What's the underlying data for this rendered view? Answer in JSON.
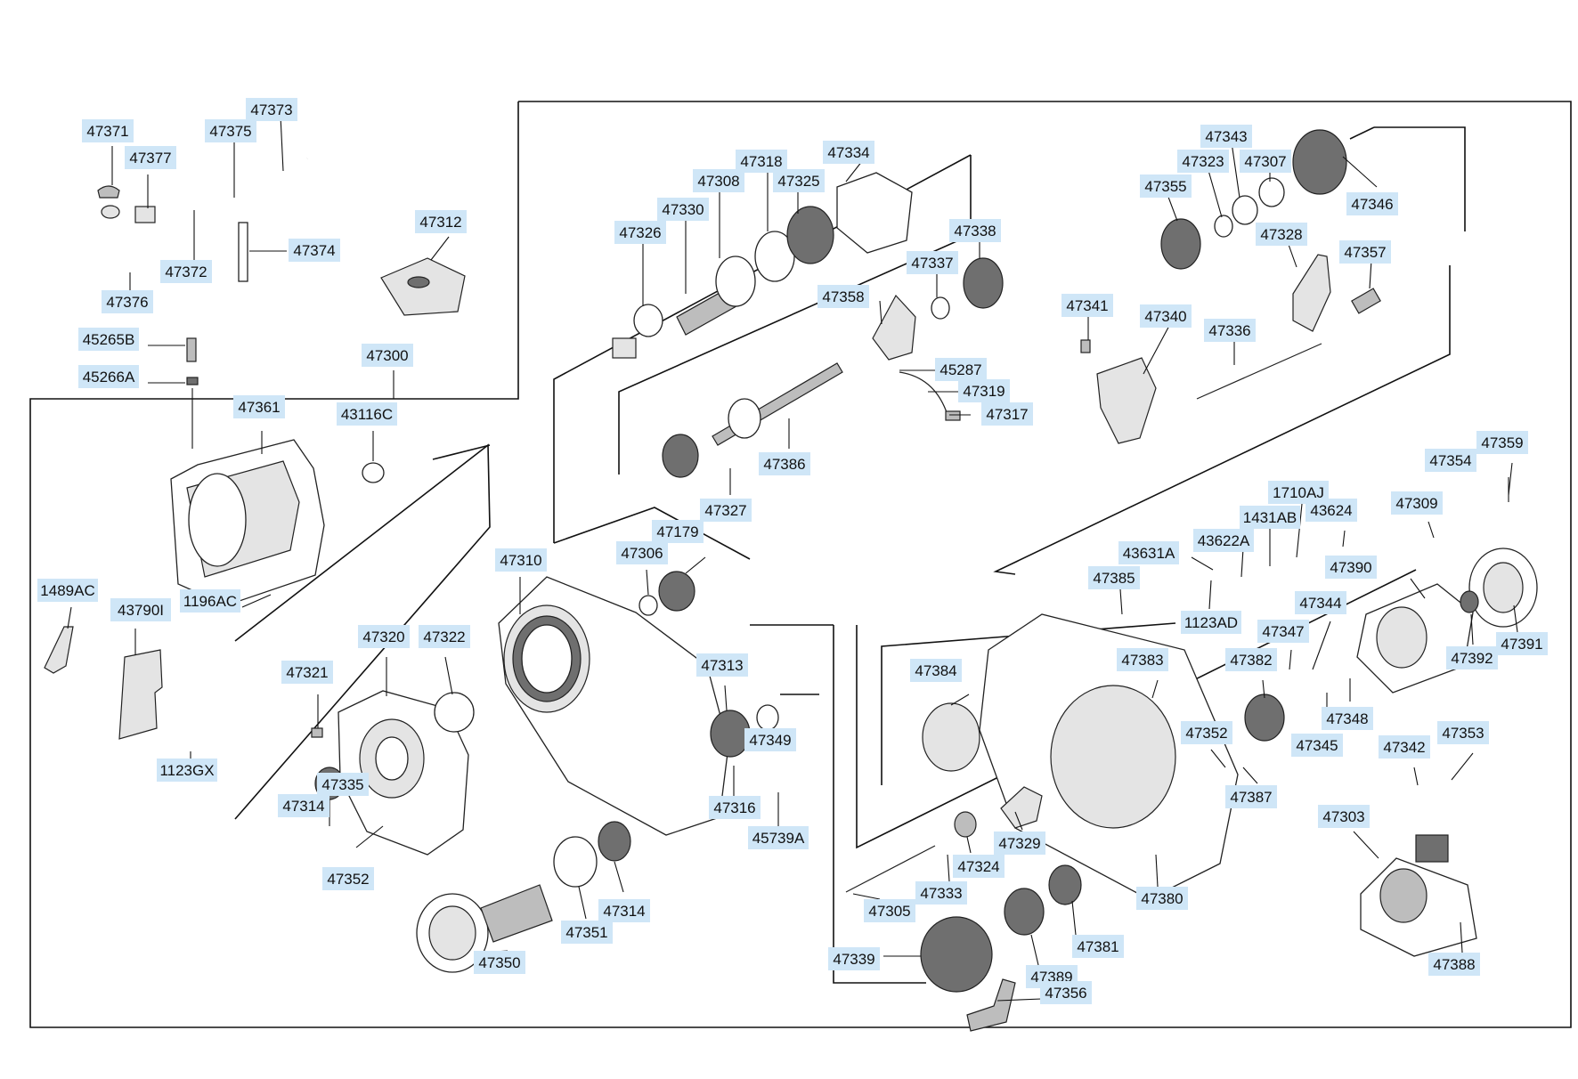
{
  "diagram": {
    "labels": {
      "p47371": "47371",
      "p47373": "47373",
      "p47375": "47375",
      "p47377": "47377",
      "p47374": "47374",
      "p47372": "47372",
      "p47376": "47376",
      "p47312": "47312",
      "p45265B": "45265B",
      "p45266A": "45266A",
      "p47300": "47300",
      "p47361": "47361",
      "p43116C": "43116C",
      "p1489AC": "1489AC",
      "p43790I": "43790I",
      "p1196AC": "1196AC",
      "p1123GX": "1123GX",
      "p47321": "47321",
      "p47320": "47320",
      "p47322": "47322",
      "p47335": "47335",
      "p47314a": "47314",
      "p47352a": "47352",
      "p47310": "47310",
      "p47306": "47306",
      "p47179": "47179",
      "p47313": "47313",
      "p47349": "47349",
      "p47316": "47316",
      "p45739A": "45739A",
      "p47314b": "47314",
      "p47351": "47351",
      "p47350": "47350",
      "p47318": "47318",
      "p47334": "47334",
      "p47308": "47308",
      "p47325": "47325",
      "p47330": "47330",
      "p47326": "47326",
      "p47338": "47338",
      "p47337": "47337",
      "p47358": "47358",
      "p45287": "45287",
      "p47319": "47319",
      "p47317": "47317",
      "p47386": "47386",
      "p47327": "47327",
      "p47343": "47343",
      "p47323": "47323",
      "p47307": "47307",
      "p47355": "47355",
      "p47346": "47346",
      "p47328": "47328",
      "p47357": "47357",
      "p47341": "47341",
      "p47340": "47340",
      "p47336": "47336",
      "p1710AJ": "1710AJ",
      "p1431AB": "1431AB",
      "p43624": "43624",
      "p43622A": "43622A",
      "p43631A": "43631A",
      "p47385": "47385",
      "p1123AD": "1123AD",
      "p47354": "47354",
      "p47359": "47359",
      "p47309": "47309",
      "p47390": "47390",
      "p47344": "47344",
      "p47347": "47347",
      "p47382": "47382",
      "p47383": "47383",
      "p47384": "47384",
      "p47391": "47391",
      "p47392": "47392",
      "p47348": "47348",
      "p47345": "47345",
      "p47352b": "47352",
      "p47387": "47387",
      "p47342": "47342",
      "p47353": "47353",
      "p47303": "47303",
      "p47388": "47388",
      "p47329": "47329",
      "p47324": "47324",
      "p47333": "47333",
      "p47305": "47305",
      "p47380": "47380",
      "p47381": "47381",
      "p47339": "47339",
      "p47389": "47389",
      "p47356": "47356"
    }
  }
}
